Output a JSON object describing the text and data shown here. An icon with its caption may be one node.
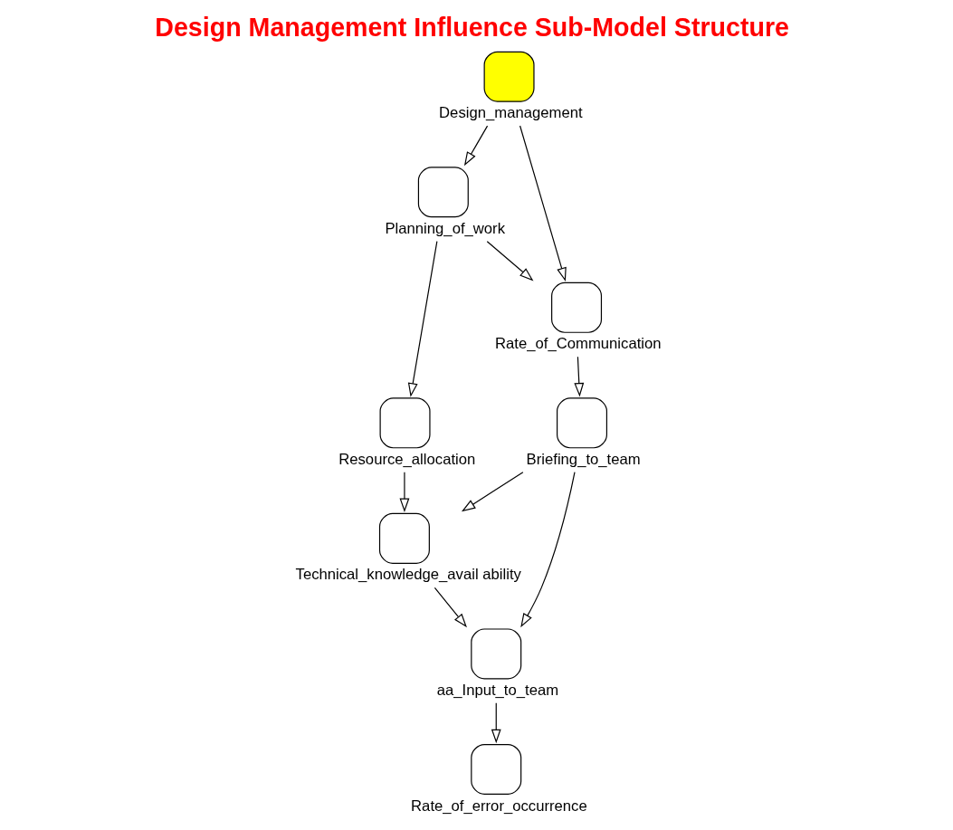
{
  "diagram": {
    "title": "Design Management Influence Sub-Model Structure",
    "nodes": [
      {
        "text": [
          "Resource_allocation"
        ]
      },
      {
        "text": [
          "Technical_knowledge_avail ability"
        ]
      },
      {
        "text": [
          "Planning_of_work"
        ]
      },
      {
        "text": [
          "aa_Input_to_team"
        ]
      },
      {
        "text": [
          "Briefing_to_team"
        ]
      },
      {
        "text": [
          "Rate_of_Communication"
        ]
      },
      {
        "text": [
          "Design_management"
        ]
      },
      {
        "text": [
          "Rate_of_error_occurrence"
        ]
      }
    ],
    "edges": [
      {
        "from": 2,
        "to": 0,
        "arrow": "to"
      },
      {
        "from": 0,
        "to": 1,
        "arrow": "to"
      },
      {
        "from": 1,
        "to": 3,
        "arrow": "to"
      },
      {
        "from": 4,
        "to": 1,
        "arrow": "to"
      },
      {
        "from": 4,
        "to": 3,
        "arrow": "to"
      },
      {
        "from": 2,
        "to": 5,
        "arrow": "to"
      },
      {
        "from": 5,
        "to": 4,
        "arrow": "to"
      },
      {
        "from": 6,
        "to": 2,
        "arrow": "to"
      },
      {
        "from": 6,
        "to": 5,
        "arrow": "to"
      },
      {
        "from": 3,
        "to": 7,
        "arrow": "to"
      }
    ]
  }
}
